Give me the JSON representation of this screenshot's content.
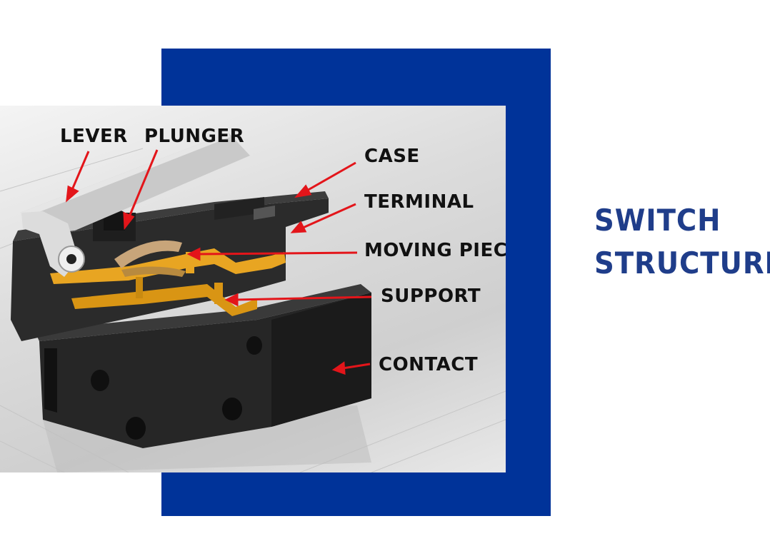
{
  "colors": {
    "frame": "#003399",
    "title": "#1f3d8a",
    "arrow": "#e3151a",
    "brass": "#e8a522",
    "housing": "#1f1f1f"
  },
  "title": {
    "line1": "SWITCH",
    "line2": "STRUCTURE"
  },
  "labels": {
    "lever": "LEVER",
    "plunger": "PLUNGER",
    "case": "CASE",
    "terminal": "TERMINAL",
    "moving_piece": "MOVING PIECE",
    "support": "SUPPORT",
    "contact": "CONTACT"
  }
}
